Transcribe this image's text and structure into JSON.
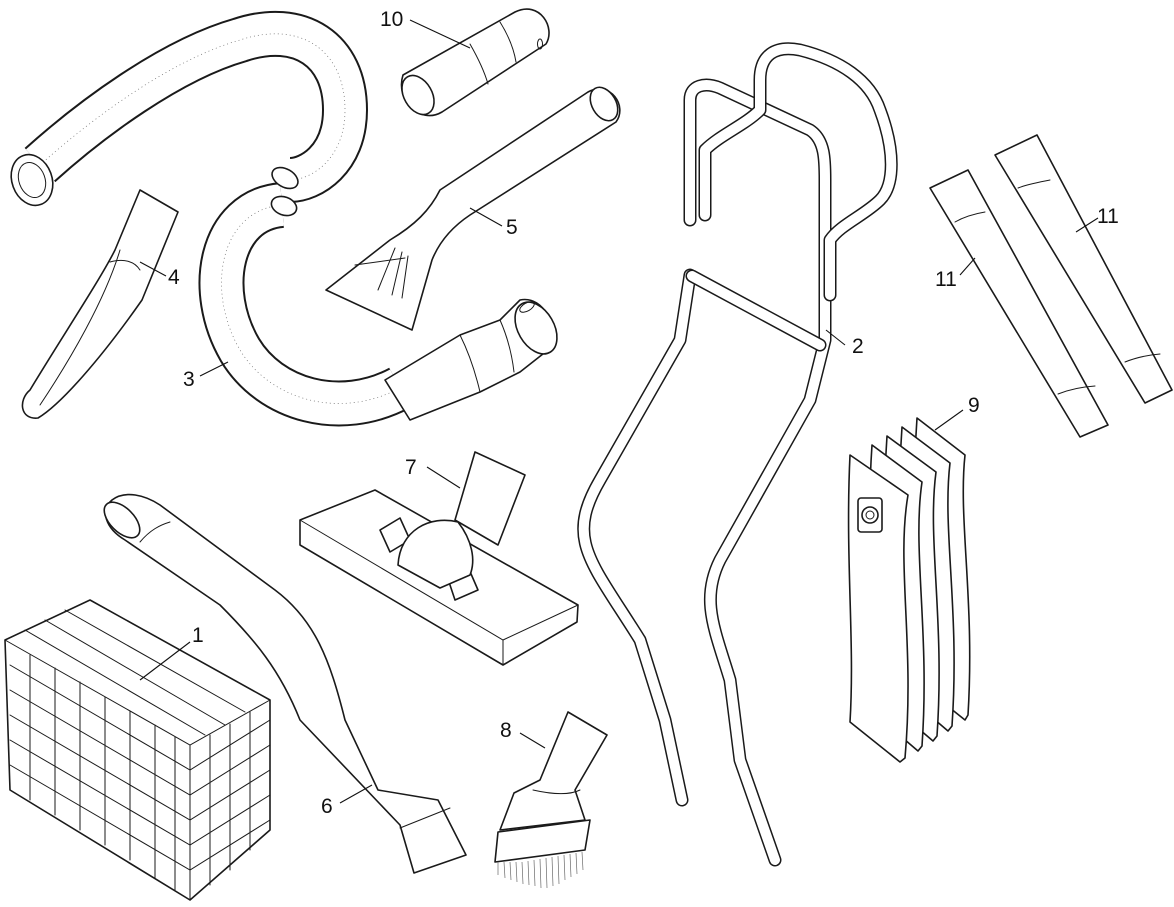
{
  "diagram": {
    "parts": [
      {
        "id": "basket",
        "label": "1"
      },
      {
        "id": "trolley-frame",
        "label": "2"
      },
      {
        "id": "suction-hose",
        "label": "3"
      },
      {
        "id": "crevice-nozzle",
        "label": "4"
      },
      {
        "id": "upholstery-nozzle",
        "label": "5"
      },
      {
        "id": "suction-tube-bent",
        "label": "6"
      },
      {
        "id": "floor-nozzle",
        "label": "7"
      },
      {
        "id": "suction-brush",
        "label": "8"
      },
      {
        "id": "filter-bags",
        "label": "9"
      },
      {
        "id": "adapter",
        "label": "10"
      },
      {
        "id": "suction-tube-a",
        "label": "11"
      },
      {
        "id": "suction-tube-b",
        "label": "11"
      }
    ],
    "colors": {
      "line": "#1a1a1a",
      "background": "#ffffff"
    }
  }
}
